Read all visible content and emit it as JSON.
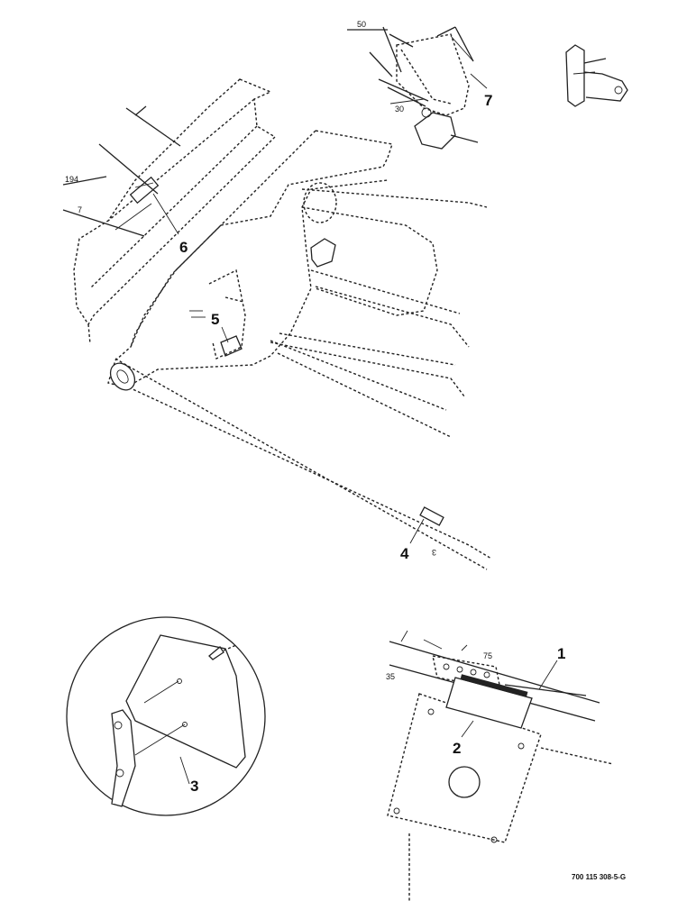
{
  "callouts": {
    "c1": "1",
    "c2": "2",
    "c3": "3",
    "c4": "4",
    "c5": "5",
    "c6": "6",
    "c7": "7"
  },
  "dimensions": {
    "d194": "194",
    "d7": "7",
    "d50": "50",
    "d30": "30",
    "d75": "75",
    "d35": "35",
    "d3": "3"
  },
  "drawing_number": "700 115 308-5-G"
}
